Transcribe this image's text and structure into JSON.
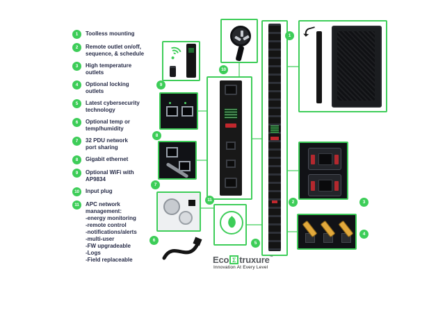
{
  "colors": {
    "green": "#3dcd58",
    "text": "#262b47"
  },
  "features": [
    {
      "num": "1",
      "label": "Toolless mounting"
    },
    {
      "num": "2",
      "label": "Remote outlet on/off,\nsequence, & schedule"
    },
    {
      "num": "3",
      "label": "High temperature\noutlets"
    },
    {
      "num": "4",
      "label": "Optional locking\noutlets"
    },
    {
      "num": "5",
      "label": "Latest cybersecurity\ntechnology"
    },
    {
      "num": "6",
      "label": "Optional temp or\ntemp/humidity"
    },
    {
      "num": "7",
      "label": "32 PDU network\nport sharing"
    },
    {
      "num": "8",
      "label": "Gigabit ethernet"
    },
    {
      "num": "9",
      "label": "Optional WiFi with\nAP9834"
    },
    {
      "num": "10",
      "label": "Input plug"
    },
    {
      "num": "11",
      "label": "APC network\nmanagement:\n-energy monitoring\n-remote control\n-notifications/alerts\n-multi-user\n-FW upgradeable\n-Logs\n-Field replaceable"
    }
  ],
  "callout_badges": {
    "wifi": "9",
    "ethernet": "8",
    "ports": "7",
    "sensor": "6",
    "plug": "10",
    "display": "11",
    "mount": "1",
    "outlets": "2",
    "high_temp": "3",
    "locking": "4",
    "cyber": "5"
  },
  "logo": {
    "brand_pre": "Eco",
    "brand_sigma": "Σ",
    "brand_post": "truxure",
    "tm": "™",
    "tagline": "Innovation At Every Level"
  }
}
